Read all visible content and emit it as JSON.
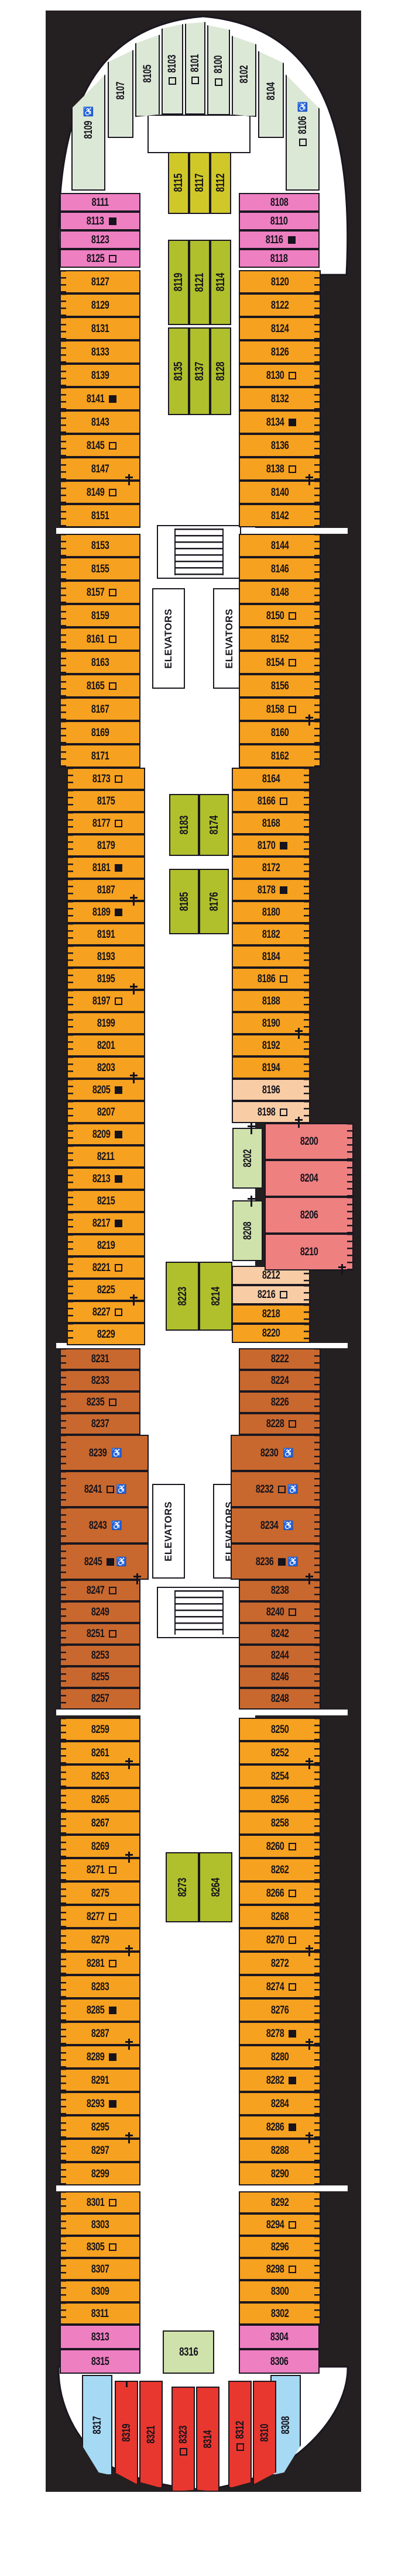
{
  "deck_plan": {
    "elevator_label": "ELEVATORS",
    "colors": {
      "background": "#241f20",
      "hull": "#ffffff",
      "outline": "#1a1720",
      "mint": "#dce8d6",
      "pink": "#ee7fc1",
      "yellow": "#d0c829",
      "yellowgreen": "#afc02c",
      "orange": "#f6a11f",
      "peach": "#f8cda5",
      "salmon": "#ee8080",
      "lightgreen": "#cfe2ab",
      "brown": "#c8682e",
      "lightblue": "#a6d9f3",
      "red": "#e8372f"
    },
    "bow_cabins": [
      {
        "num": "8109",
        "wc": true
      },
      {
        "num": "8107"
      },
      {
        "num": "8105"
      },
      {
        "num": "8103",
        "sq": "open"
      },
      {
        "num": "8101",
        "sq": "open"
      },
      {
        "num": "8100",
        "sq": "open"
      },
      {
        "num": "8102"
      },
      {
        "num": "8104"
      },
      {
        "num": "8106",
        "wc": true,
        "sq": "open"
      }
    ],
    "center_blocks": {
      "trio1": {
        "color": "yellow",
        "cabins": [
          {
            "num": "8115"
          },
          {
            "num": "8117"
          },
          {
            "num": "8112"
          }
        ]
      },
      "trio2": {
        "color": "yellowgreen",
        "cabins": [
          {
            "num": "8119"
          },
          {
            "num": "8121"
          },
          {
            "num": "8114"
          }
        ]
      },
      "trio3": {
        "color": "yellowgreen",
        "cabins": [
          {
            "num": "8135"
          },
          {
            "num": "8137"
          },
          {
            "num": "8128"
          }
        ]
      },
      "pair1": {
        "color": "yellowgreen",
        "cabins": [
          {
            "num": "8183"
          },
          {
            "num": "8174"
          }
        ]
      },
      "pair2": {
        "color": "yellowgreen",
        "cabins": [
          {
            "num": "8185"
          },
          {
            "num": "8176"
          }
        ]
      },
      "pair3": {
        "color": "yellowgreen",
        "cabins": [
          {
            "num": "8223"
          },
          {
            "num": "8214"
          }
        ]
      },
      "pair4": {
        "color": "yellowgreen",
        "cabins": [
          {
            "num": "8273"
          },
          {
            "num": "8264"
          }
        ]
      },
      "solo": {
        "color": "lightgreen",
        "cabins": [
          {
            "num": "8316"
          }
        ]
      }
    },
    "side_green": [
      {
        "num": "8202",
        "tick": true
      },
      {
        "num": "8208",
        "tick": true
      }
    ],
    "salmon_suites": [
      {
        "num": "8200"
      },
      {
        "num": "8204"
      },
      {
        "num": "8206"
      },
      {
        "num": "8210",
        "tick": true
      }
    ],
    "rows": {
      "pink_top_left": [
        {
          "num": "8111"
        },
        {
          "num": "8113",
          "sq": "filled"
        },
        {
          "num": "8123"
        },
        {
          "num": "8125",
          "sq": "open"
        }
      ],
      "pink_top_right": [
        {
          "num": "8108"
        },
        {
          "num": "8110"
        },
        {
          "num": "8116",
          "sq": "filled"
        },
        {
          "num": "8118"
        }
      ],
      "A_left": [
        {
          "num": "8127"
        },
        {
          "num": "8129"
        },
        {
          "num": "8131"
        },
        {
          "num": "8133"
        },
        {
          "num": "8139"
        },
        {
          "num": "8141",
          "sq": "filled"
        },
        {
          "num": "8143"
        },
        {
          "num": "8145",
          "sq": "open"
        },
        {
          "num": "8147",
          "tick": true
        },
        {
          "num": "8149",
          "sq": "open"
        },
        {
          "num": "8151"
        }
      ],
      "A_right": [
        {
          "num": "8120"
        },
        {
          "num": "8122"
        },
        {
          "num": "8124"
        },
        {
          "num": "8126"
        },
        {
          "num": "8130",
          "sq": "open"
        },
        {
          "num": "8132"
        },
        {
          "num": "8134",
          "sq": "filled"
        },
        {
          "num": "8136"
        },
        {
          "num": "8138",
          "sq": "open",
          "tick": true
        },
        {
          "num": "8140"
        },
        {
          "num": "8142"
        }
      ],
      "B_left": [
        {
          "num": "8153"
        },
        {
          "num": "8155"
        },
        {
          "num": "8157",
          "sq": "open"
        },
        {
          "num": "8159"
        },
        {
          "num": "8161",
          "sq": "open"
        },
        {
          "num": "8163"
        },
        {
          "num": "8165",
          "sq": "open"
        },
        {
          "num": "8167"
        },
        {
          "num": "8169"
        },
        {
          "num": "8171"
        }
      ],
      "B_right": [
        {
          "num": "8144"
        },
        {
          "num": "8146"
        },
        {
          "num": "8148"
        },
        {
          "num": "8150",
          "sq": "open"
        },
        {
          "num": "8152"
        },
        {
          "num": "8154",
          "sq": "open"
        },
        {
          "num": "8156"
        },
        {
          "num": "8158",
          "sq": "open",
          "tick": true
        },
        {
          "num": "8160"
        },
        {
          "num": "8162"
        }
      ],
      "C_left": [
        {
          "num": "8173",
          "sq": "open"
        },
        {
          "num": "8175"
        },
        {
          "num": "8177",
          "sq": "open"
        },
        {
          "num": "8179"
        },
        {
          "num": "8181",
          "sq": "filled"
        },
        {
          "num": "8187",
          "tick": true
        },
        {
          "num": "8189",
          "sq": "filled"
        },
        {
          "num": "8191"
        },
        {
          "num": "8193"
        },
        {
          "num": "8195",
          "tick": true
        },
        {
          "num": "8197",
          "sq": "open"
        },
        {
          "num": "8199"
        },
        {
          "num": "8201"
        },
        {
          "num": "8203",
          "tick": true
        },
        {
          "num": "8205",
          "sq": "filled"
        },
        {
          "num": "8207"
        },
        {
          "num": "8209",
          "sq": "filled"
        },
        {
          "num": "8211"
        },
        {
          "num": "8213",
          "sq": "filled"
        },
        {
          "num": "8215"
        },
        {
          "num": "8217",
          "sq": "filled"
        },
        {
          "num": "8219"
        },
        {
          "num": "8221",
          "sq": "open"
        },
        {
          "num": "8225",
          "tick": true
        },
        {
          "num": "8227",
          "sq": "open"
        },
        {
          "num": "8229"
        }
      ],
      "C_right": [
        {
          "num": "8164"
        },
        {
          "num": "8166",
          "sq": "open"
        },
        {
          "num": "8168"
        },
        {
          "num": "8170",
          "sq": "filled"
        },
        {
          "num": "8172"
        },
        {
          "num": "8178",
          "sq": "filled"
        },
        {
          "num": "8180"
        },
        {
          "num": "8182"
        },
        {
          "num": "8184"
        },
        {
          "num": "8186",
          "sq": "open"
        },
        {
          "num": "8188"
        },
        {
          "num": "8190",
          "tick": true
        },
        {
          "num": "8192"
        },
        {
          "num": "8194"
        },
        {
          "num": "8196",
          "color": "peach"
        },
        {
          "num": "8198",
          "sq": "open",
          "tick": true,
          "color": "peach"
        },
        {
          "num": "8212",
          "color": "peach",
          "gap": 244,
          "h": 33
        },
        {
          "num": "8216",
          "sq": "open",
          "color": "peach",
          "h": 33
        },
        {
          "num": "8218",
          "h": 33
        },
        {
          "num": "8220",
          "h": 33
        }
      ],
      "D_left": [
        {
          "num": "8231"
        },
        {
          "num": "8233"
        },
        {
          "num": "8235",
          "sq": "open"
        },
        {
          "num": "8237"
        },
        {
          "num": "8239",
          "wc": true
        },
        {
          "num": "8241",
          "sq": "open",
          "wc": true
        },
        {
          "num": "8243",
          "wc": true
        },
        {
          "num": "8245",
          "sq": "filled",
          "wc": true,
          "tick": true
        },
        {
          "num": "8247",
          "sq": "open"
        },
        {
          "num": "8249"
        },
        {
          "num": "8251",
          "sq": "open"
        },
        {
          "num": "8253"
        },
        {
          "num": "8255"
        },
        {
          "num": "8257"
        }
      ],
      "D_right": [
        {
          "num": "8222"
        },
        {
          "num": "8224"
        },
        {
          "num": "8226"
        },
        {
          "num": "8228",
          "sq": "open"
        },
        {
          "num": "8230",
          "wc": true
        },
        {
          "num": "8232",
          "sq": "open",
          "wc": true
        },
        {
          "num": "8234",
          "wc": true
        },
        {
          "num": "8236",
          "sq": "filled",
          "wc": true,
          "tick": true
        },
        {
          "num": "8238"
        },
        {
          "num": "8240",
          "sq": "open"
        },
        {
          "num": "8242"
        },
        {
          "num": "8244"
        },
        {
          "num": "8246"
        },
        {
          "num": "8248"
        }
      ],
      "E_left": [
        {
          "num": "8259"
        },
        {
          "num": "8261",
          "tick": true
        },
        {
          "num": "8263"
        },
        {
          "num": "8265"
        },
        {
          "num": "8267"
        },
        {
          "num": "8269",
          "tick": true
        },
        {
          "num": "8271",
          "sq": "open"
        },
        {
          "num": "8275"
        },
        {
          "num": "8277",
          "sq": "open"
        },
        {
          "num": "8279",
          "tick": true
        },
        {
          "num": "8281",
          "sq": "open"
        },
        {
          "num": "8283"
        },
        {
          "num": "8285",
          "sq": "filled"
        },
        {
          "num": "8287",
          "tick": true
        },
        {
          "num": "8289",
          "sq": "filled"
        },
        {
          "num": "8291"
        },
        {
          "num": "8293",
          "sq": "filled"
        },
        {
          "num": "8295",
          "tick": true
        },
        {
          "num": "8297"
        },
        {
          "num": "8299"
        }
      ],
      "E_right": [
        {
          "num": "8250"
        },
        {
          "num": "8252",
          "tick": true
        },
        {
          "num": "8254"
        },
        {
          "num": "8256"
        },
        {
          "num": "8258"
        },
        {
          "num": "8260",
          "sq": "open"
        },
        {
          "num": "8262"
        },
        {
          "num": "8266",
          "sq": "open"
        },
        {
          "num": "8268"
        },
        {
          "num": "8270",
          "sq": "open",
          "tick": true
        },
        {
          "num": "8272"
        },
        {
          "num": "8274",
          "sq": "open"
        },
        {
          "num": "8276"
        },
        {
          "num": "8278",
          "sq": "filled",
          "tick": true
        },
        {
          "num": "8280"
        },
        {
          "num": "8282",
          "sq": "filled"
        },
        {
          "num": "8284"
        },
        {
          "num": "8286",
          "sq": "filled",
          "tick": true
        },
        {
          "num": "8288"
        },
        {
          "num": "8290"
        }
      ],
      "F_left": [
        {
          "num": "8301",
          "sq": "open"
        },
        {
          "num": "8303"
        },
        {
          "num": "8305",
          "sq": "open"
        },
        {
          "num": "8307"
        },
        {
          "num": "8309"
        },
        {
          "num": "8311"
        }
      ],
      "F_right": [
        {
          "num": "8292"
        },
        {
          "num": "8294",
          "sq": "open"
        },
        {
          "num": "8296"
        },
        {
          "num": "8298",
          "sq": "open"
        },
        {
          "num": "8300"
        },
        {
          "num": "8302"
        }
      ],
      "pink_bottom_left": [
        {
          "num": "8313"
        },
        {
          "num": "8315"
        }
      ],
      "pink_bottom_right": [
        {
          "num": "8304"
        },
        {
          "num": "8306"
        }
      ]
    },
    "stern_blue": [
      {
        "num": "8317"
      },
      {
        "num": "8308"
      }
    ],
    "stern_red": [
      {
        "num": "8319",
        "tick": true
      },
      {
        "num": "8321"
      },
      {
        "num": "8323",
        "sq": "open"
      },
      {
        "num": "8314"
      },
      {
        "num": "8312",
        "sq": "open"
      },
      {
        "num": "8310"
      }
    ]
  }
}
